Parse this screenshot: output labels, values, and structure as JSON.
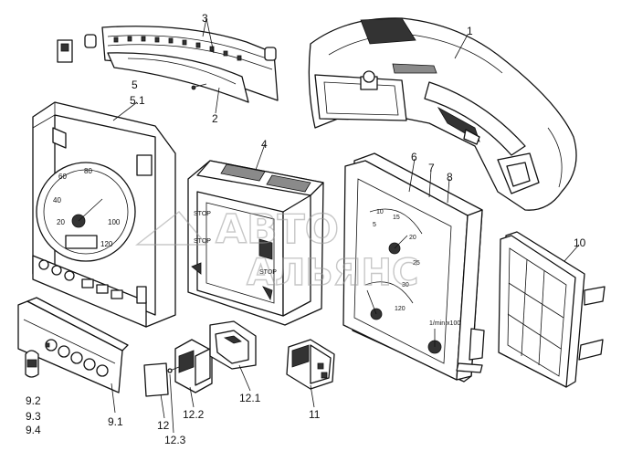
{
  "callouts": {
    "c1": "1",
    "c2": "2",
    "c3": "3",
    "c4": "4",
    "c5": "5",
    "c5_1": "5.1",
    "c6": "6",
    "c7": "7",
    "c8": "8",
    "c9_1": "9.1",
    "c9_2": "9.2",
    "c9_3": "9.3",
    "c9_4": "9.4",
    "c10": "10",
    "c11": "11",
    "c12": "12",
    "c12_1": "12.1",
    "c12_2": "12.2",
    "c12_3": "12.3"
  },
  "speedo_scale": [
    "20",
    "40",
    "60",
    "80",
    "100",
    "120"
  ],
  "tacho_scale": [
    "5",
    "10",
    "15",
    "20",
    "25",
    "30",
    "120"
  ],
  "tacho_unit": "1/min x100",
  "display_texts": [
    "STOP",
    "STOP",
    "STOP"
  ],
  "watermark": {
    "line1": "АВТО",
    "line2": "АЛЬЯНС"
  }
}
